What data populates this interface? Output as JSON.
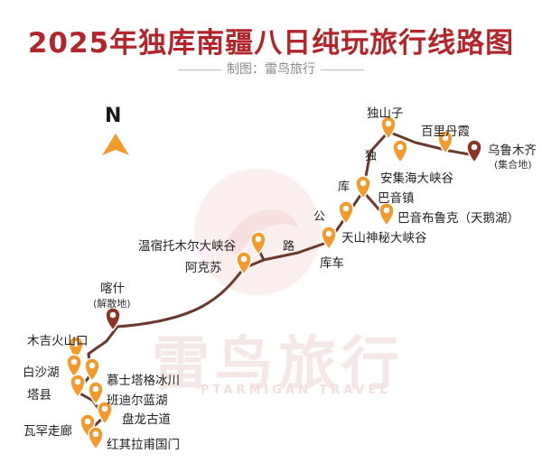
{
  "header": {
    "title": "2025年独库南疆八日纯玩旅行线路图",
    "credit": "制图：雷鸟旅行"
  },
  "compass": {
    "label": "N"
  },
  "watermark": {
    "cn": "雷鸟旅行",
    "en": "PTARMIGAN TRAVEL"
  },
  "road_name": [
    "独",
    "库",
    "公",
    "路"
  ],
  "colors": {
    "route": "#6b3a2f",
    "title": "#b2252a",
    "pin_orange": "#f39a2c",
    "pin_dark": "#8c3424",
    "arrow": "#f39a2c"
  },
  "places": {
    "urumqi": {
      "name": "乌鲁木齐",
      "note": "(集合地)"
    },
    "dushanzi": {
      "name": "独山子"
    },
    "baili_danxia": {
      "name": "百里丹霞"
    },
    "anjihai": {
      "name": "安集海大峡谷"
    },
    "bayin_town": {
      "name": "巴音镇"
    },
    "bayanbulak": {
      "name": "巴音布鲁克（天鹅湖）"
    },
    "tianshan_canyon": {
      "name": "天山神秘大峡谷"
    },
    "kuqa": {
      "name": "库车"
    },
    "wensu": {
      "name": "温宿托木尔大峡谷"
    },
    "aksu": {
      "name": "阿克苏"
    },
    "kashgar": {
      "name": "喀什",
      "note": "(解散地)"
    },
    "mujihuoshan": {
      "name": "木吉火山口"
    },
    "muztagh": {
      "name": "慕士塔格冰川"
    },
    "baisha": {
      "name": "白沙湖"
    },
    "banditer": {
      "name": "班迪尔蓝湖"
    },
    "taxian": {
      "name": "塔县"
    },
    "panlong": {
      "name": "盘龙古道"
    },
    "wakhan": {
      "name": "瓦罕走廊"
    },
    "khunjerab": {
      "name": "红其拉甫国门"
    }
  }
}
